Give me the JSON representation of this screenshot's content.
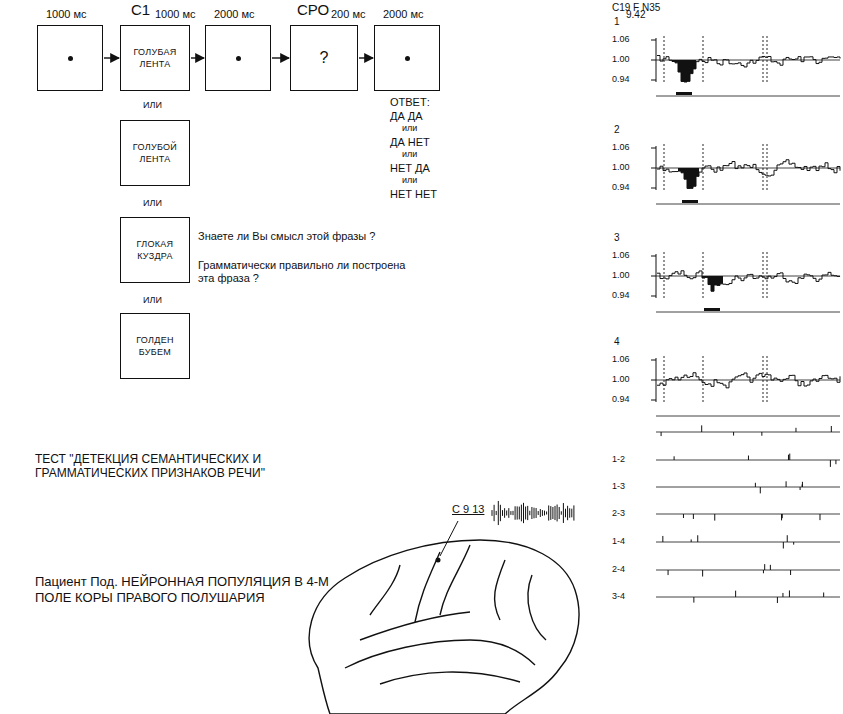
{
  "diagram": {
    "nodes": [
      {
        "text": [
          "1000 мс"
        ]
      },
      {
        "text": [
          "C1",
          "1000 мс",
          "ГОЛУБАЯ ЛЕНТА"
        ]
      },
      {
        "text": [
          "2000 мс"
        ]
      },
      {
        "text": [
          "СРО",
          "200 мс",
          "?"
        ]
      },
      {
        "text": [
          "2000 мс"
        ]
      },
      {
        "text": [
          "ГОЛУБОЙ ЛЕНТА"
        ]
      },
      {
        "text": [
          "ГЛОКАЯ КУЗДРА"
        ]
      },
      {
        "text": [
          "ГОЛДЕН БУБЕМ"
        ]
      }
    ],
    "edges": [
      {
        "from": 0,
        "to": 1,
        "arrow": "to"
      },
      {
        "from": 1,
        "to": 2,
        "arrow": "to"
      },
      {
        "from": 2,
        "to": 3,
        "arrow": "to"
      },
      {
        "from": 3,
        "to": 4,
        "arrow": "to"
      }
    ],
    "labels": [
      "ИЛИ",
      "ИЛИ",
      "ИЛИ",
      "ОТВЕТ:",
      "ДА ДА",
      "или",
      "ДА НЕТ",
      "или",
      "НЕТ ДА",
      "или",
      "НЕТ НЕТ",
      "Знаете ли Вы смысл этой фразы ?",
      "Грамматически правильно ли построена эта фраза ?",
      "ТЕСТ \"ДЕТЕКЦИЯ СЕМАНТИЧЕСКИХ И ГРАММАТИЧЕСКИХ ПРИЗНАКОВ РЕЧИ\"",
      "Пациент Под. НЕЙРОННАЯ ПОПУЛЯЦИЯ В 4-М ПОЛЕ КОРЫ ПРАВОГО ПОЛУШАРИЯ",
      "С 9 13",
      "C19 F N35",
      "1",
      "9.42",
      "1.06",
      "1.00",
      "0.94",
      "2",
      "1.06",
      "1.00",
      "0.94",
      "3",
      "1.06",
      "1.00",
      "0.94",
      "4",
      "1.06",
      "1.00",
      "0.94",
      "1-2",
      "1-3",
      "2-3",
      "1-4",
      "2-4",
      "3-4"
    ]
  }
}
